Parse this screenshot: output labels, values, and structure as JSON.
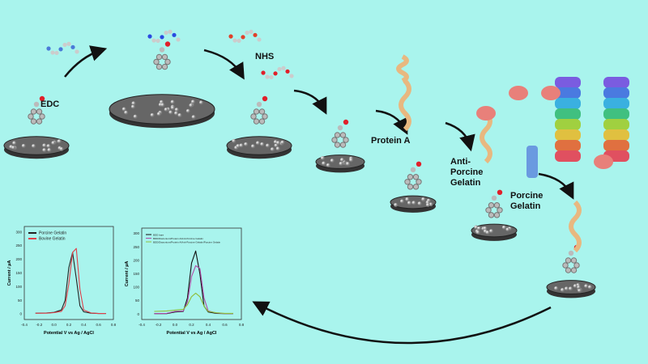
{
  "labels": {
    "edc": "EDC",
    "nhs": "NHS",
    "protein_a": "Protein A",
    "anti_porcine": "Anti-\nPorcine\nGelatin",
    "porcine": "Porcine\nGelatin"
  },
  "chart_data": [
    {
      "type": "line",
      "title": "",
      "xlabel": "Potential V vs Ag / AgCl",
      "ylabel": "Current / µA",
      "xlim": [
        -0.4,
        0.8
      ],
      "ylim": [
        -20,
        320
      ],
      "xticks": [
        "-0.4",
        "-0.2",
        "0.0",
        "0.2",
        "0.4",
        "0.6",
        "0.8"
      ],
      "yticks": [
        "0",
        "50",
        "100",
        "150",
        "200",
        "250",
        "300"
      ],
      "legend": "top-left",
      "x": [
        -0.25,
        -0.1,
        0,
        0.1,
        0.15,
        0.2,
        0.25,
        0.3,
        0.35,
        0.4,
        0.5,
        0.6,
        0.7
      ],
      "series": [
        {
          "name": "Porcine Gelatin",
          "color": "#222222",
          "values": [
            3,
            4,
            6,
            15,
            50,
            170,
            225,
            130,
            30,
            8,
            3,
            2,
            2
          ]
        },
        {
          "name": "Bovine Gelatin",
          "color": "#e0404a",
          "values": [
            3,
            3,
            5,
            10,
            30,
            110,
            225,
            240,
            90,
            15,
            4,
            2,
            2
          ]
        }
      ]
    },
    {
      "type": "line",
      "title": "",
      "xlabel": "Potential V vs Ag / AgCl",
      "ylabel": "Current / µA",
      "xlim": [
        -0.4,
        0.8
      ],
      "ylim": [
        -20,
        320
      ],
      "xticks": [
        "-0.4",
        "-0.2",
        "0.0",
        "0.2",
        "0.4",
        "0.6",
        "0.8"
      ],
      "yticks": [
        "0",
        "50",
        "100",
        "150",
        "200",
        "250",
        "300"
      ],
      "legend": "top-left",
      "x": [
        -0.25,
        -0.1,
        0,
        0.1,
        0.15,
        0.2,
        0.25,
        0.3,
        0.35,
        0.4,
        0.5,
        0.6,
        0.7
      ],
      "series": [
        {
          "name": "BDD bare",
          "color": "#111111",
          "values": [
            2,
            2,
            8,
            10,
            60,
            190,
            235,
            150,
            30,
            8,
            3,
            2,
            2
          ]
        },
        {
          "name": "BDD/Diazonium/Protein A/Anti-Porcine Gelatin",
          "color": "#b04aa8",
          "values": [
            2,
            3,
            10,
            12,
            45,
            140,
            180,
            170,
            60,
            12,
            4,
            2,
            2
          ]
        },
        {
          "name": "BDD/Diazonium/Protein A/Anti-Porcine Gelatin/Porcine Gelatin",
          "color": "#8fbf3a",
          "values": [
            10,
            12,
            15,
            18,
            35,
            65,
            78,
            65,
            30,
            10,
            5,
            3,
            3
          ]
        }
      ]
    }
  ]
}
